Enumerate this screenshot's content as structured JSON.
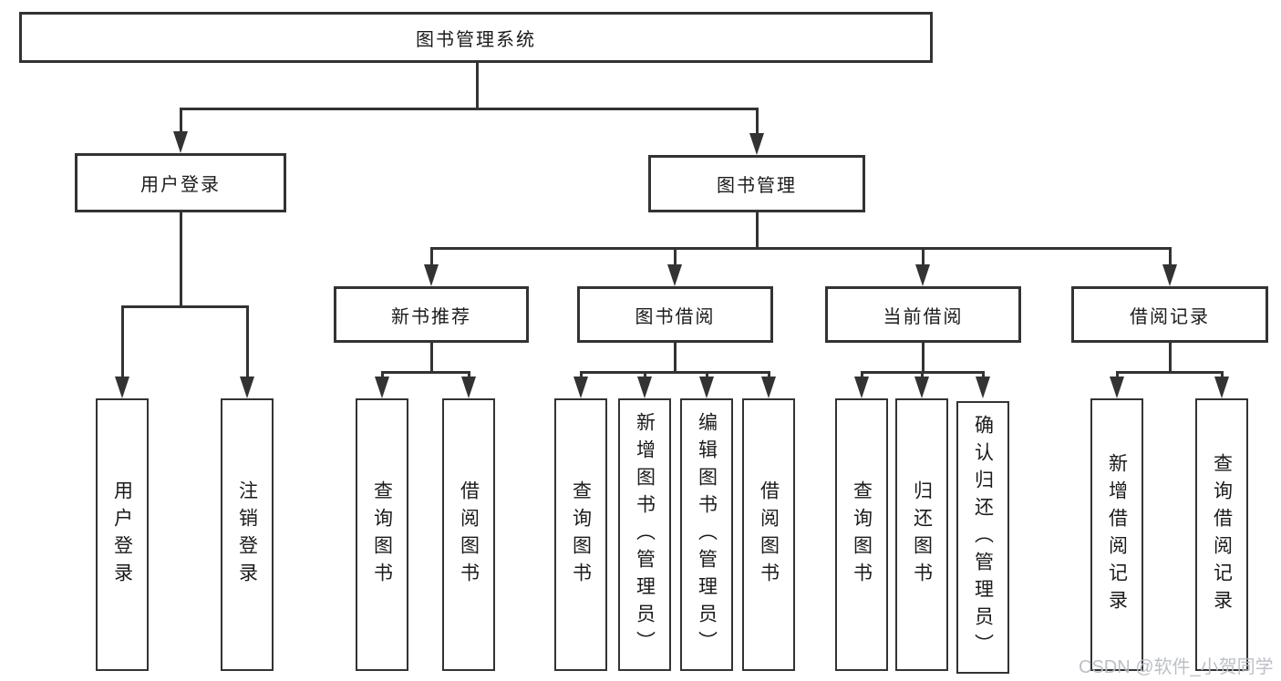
{
  "colors": {
    "line": "#333333",
    "box_border": "#333333",
    "box_fill": "#ffffff",
    "text": "#1b1b1b",
    "background": "#ffffff",
    "watermark": "#b8bdc3"
  },
  "nodes": {
    "root": {
      "label": "图书管理系统"
    },
    "user_login": {
      "label": "用户登录"
    },
    "book_mgmt": {
      "label": "图书管理"
    },
    "new_book_rec": {
      "label": "新书推荐"
    },
    "book_borrow": {
      "label": "图书借阅"
    },
    "current_borrow": {
      "label": "当前借阅"
    },
    "borrow_records": {
      "label": "借阅记录"
    },
    "leaf_user_login": {
      "label": "用户登录"
    },
    "leaf_logout": {
      "label": "注销登录"
    },
    "leaf_rec_query": {
      "label": "查询图书"
    },
    "leaf_rec_borrow": {
      "label": "借阅图书"
    },
    "leaf_bb_query": {
      "label": "查询图书"
    },
    "leaf_bb_add": {
      "label": "新增图书（管理员）"
    },
    "leaf_bb_edit": {
      "label": "编辑图书（管理员）"
    },
    "leaf_bb_borrow": {
      "label": "借阅图书"
    },
    "leaf_cb_query": {
      "label": "查询图书"
    },
    "leaf_cb_return": {
      "label": "归还图书"
    },
    "leaf_cb_confirm": {
      "label": "确认归还（管理员）"
    },
    "leaf_br_add": {
      "label": "新增借阅记录"
    },
    "leaf_br_query": {
      "label": "查询借阅记录"
    }
  },
  "hierarchy": {
    "图书管理系统": {
      "用户登录": [
        "用户登录",
        "注销登录"
      ],
      "图书管理": {
        "新书推荐": [
          "查询图书",
          "借阅图书"
        ],
        "图书借阅": [
          "查询图书",
          "新增图书（管理员）",
          "编辑图书（管理员）",
          "借阅图书"
        ],
        "当前借阅": [
          "查询图书",
          "归还图书",
          "确认归还（管理员）"
        ],
        "借阅记录": [
          "新增借阅记录",
          "查询借阅记录"
        ]
      }
    }
  },
  "watermark": {
    "text": "CSDN @软件_小贺同学"
  }
}
